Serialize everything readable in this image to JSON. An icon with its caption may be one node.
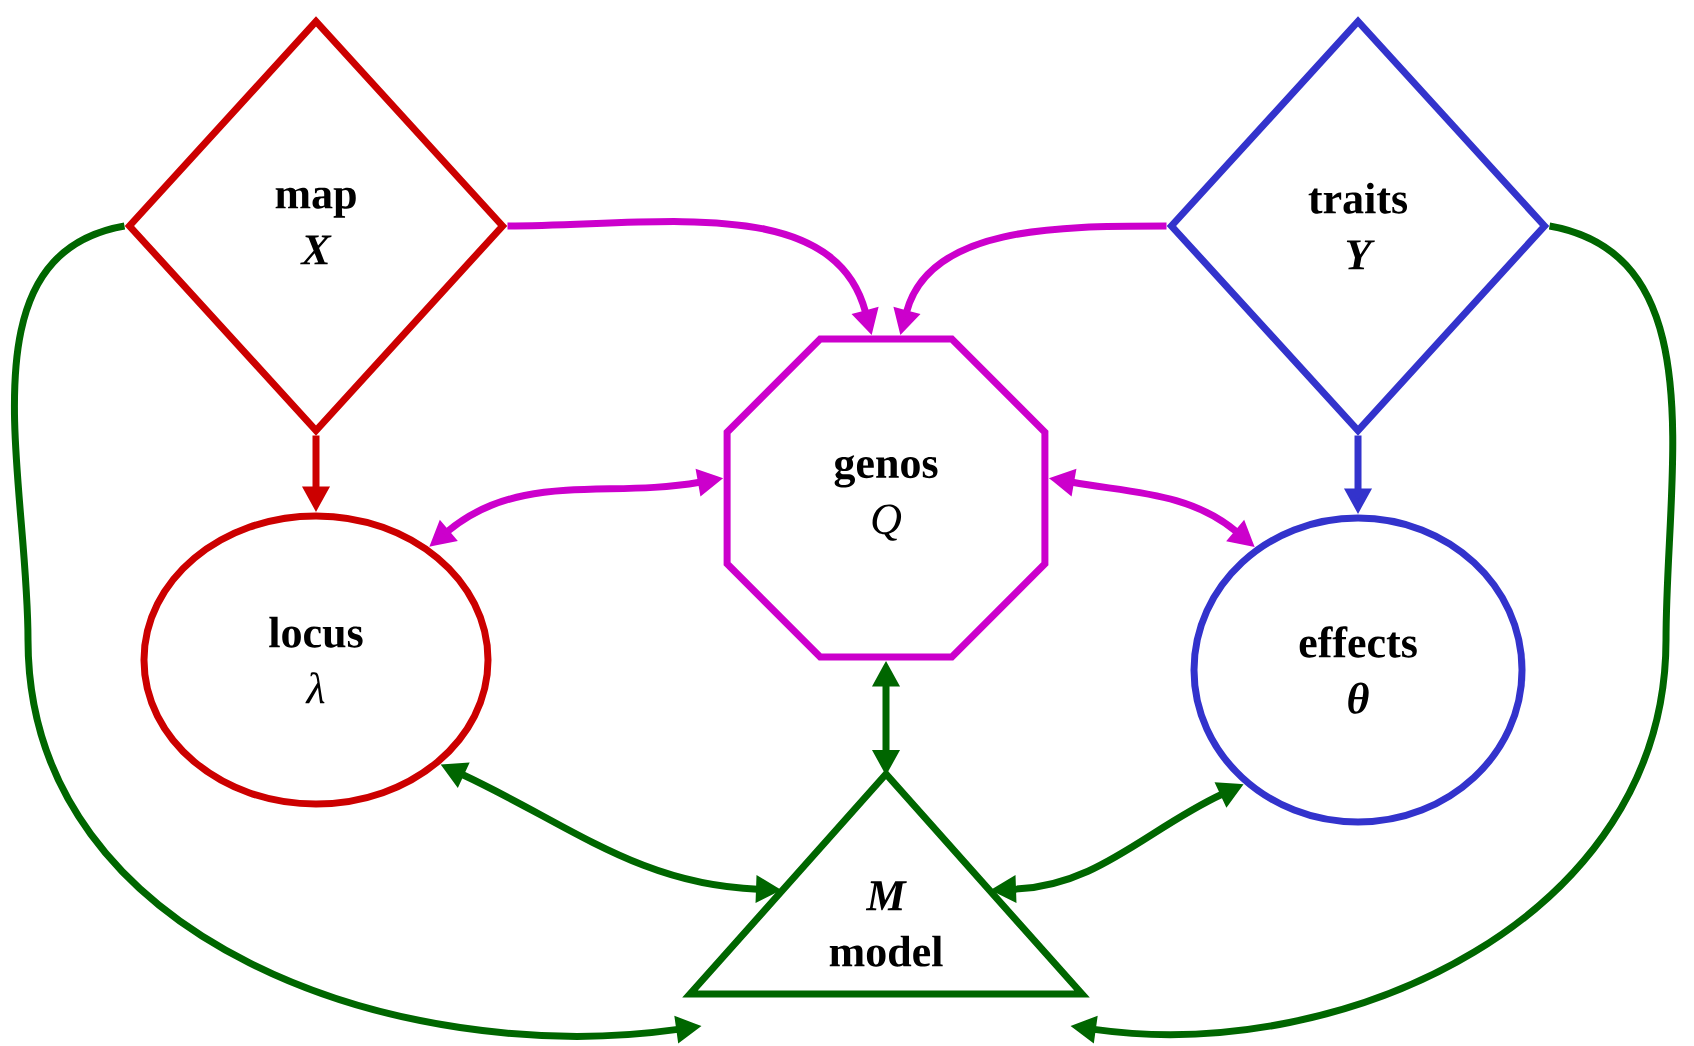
{
  "diagram": {
    "nodes": [
      {
        "text": [
          "map",
          "X"
        ]
      },
      {
        "text": [
          "traits",
          "Y"
        ]
      },
      {
        "text": [
          "genos",
          "Q"
        ]
      },
      {
        "text": [
          "locus",
          "λ"
        ]
      },
      {
        "text": [
          "effects",
          "θ"
        ]
      },
      {
        "text": [
          "M",
          "model"
        ]
      }
    ],
    "edges": [
      {
        "from": 0,
        "to": 3,
        "arrow": "to",
        "color": "#cc0000"
      },
      {
        "from": 1,
        "to": 4,
        "arrow": "to",
        "color": "#3333cc"
      },
      {
        "from": 0,
        "to": 2,
        "arrow": "to",
        "color": "#cc00cc"
      },
      {
        "from": 1,
        "to": 2,
        "arrow": "to",
        "color": "#cc00cc"
      },
      {
        "from": 2,
        "to": 3,
        "arrow": "both",
        "color": "#cc00cc"
      },
      {
        "from": 2,
        "to": 4,
        "arrow": "both",
        "color": "#cc00cc"
      },
      {
        "from": 2,
        "to": 5,
        "arrow": "both",
        "color": "#006600"
      },
      {
        "from": 3,
        "to": 5,
        "arrow": "both",
        "color": "#006600"
      },
      {
        "from": 4,
        "to": 5,
        "arrow": "both",
        "color": "#006600"
      },
      {
        "from": 0,
        "to": 5,
        "arrow": "to",
        "color": "#006600"
      },
      {
        "from": 1,
        "to": 5,
        "arrow": "to",
        "color": "#006600"
      }
    ]
  }
}
